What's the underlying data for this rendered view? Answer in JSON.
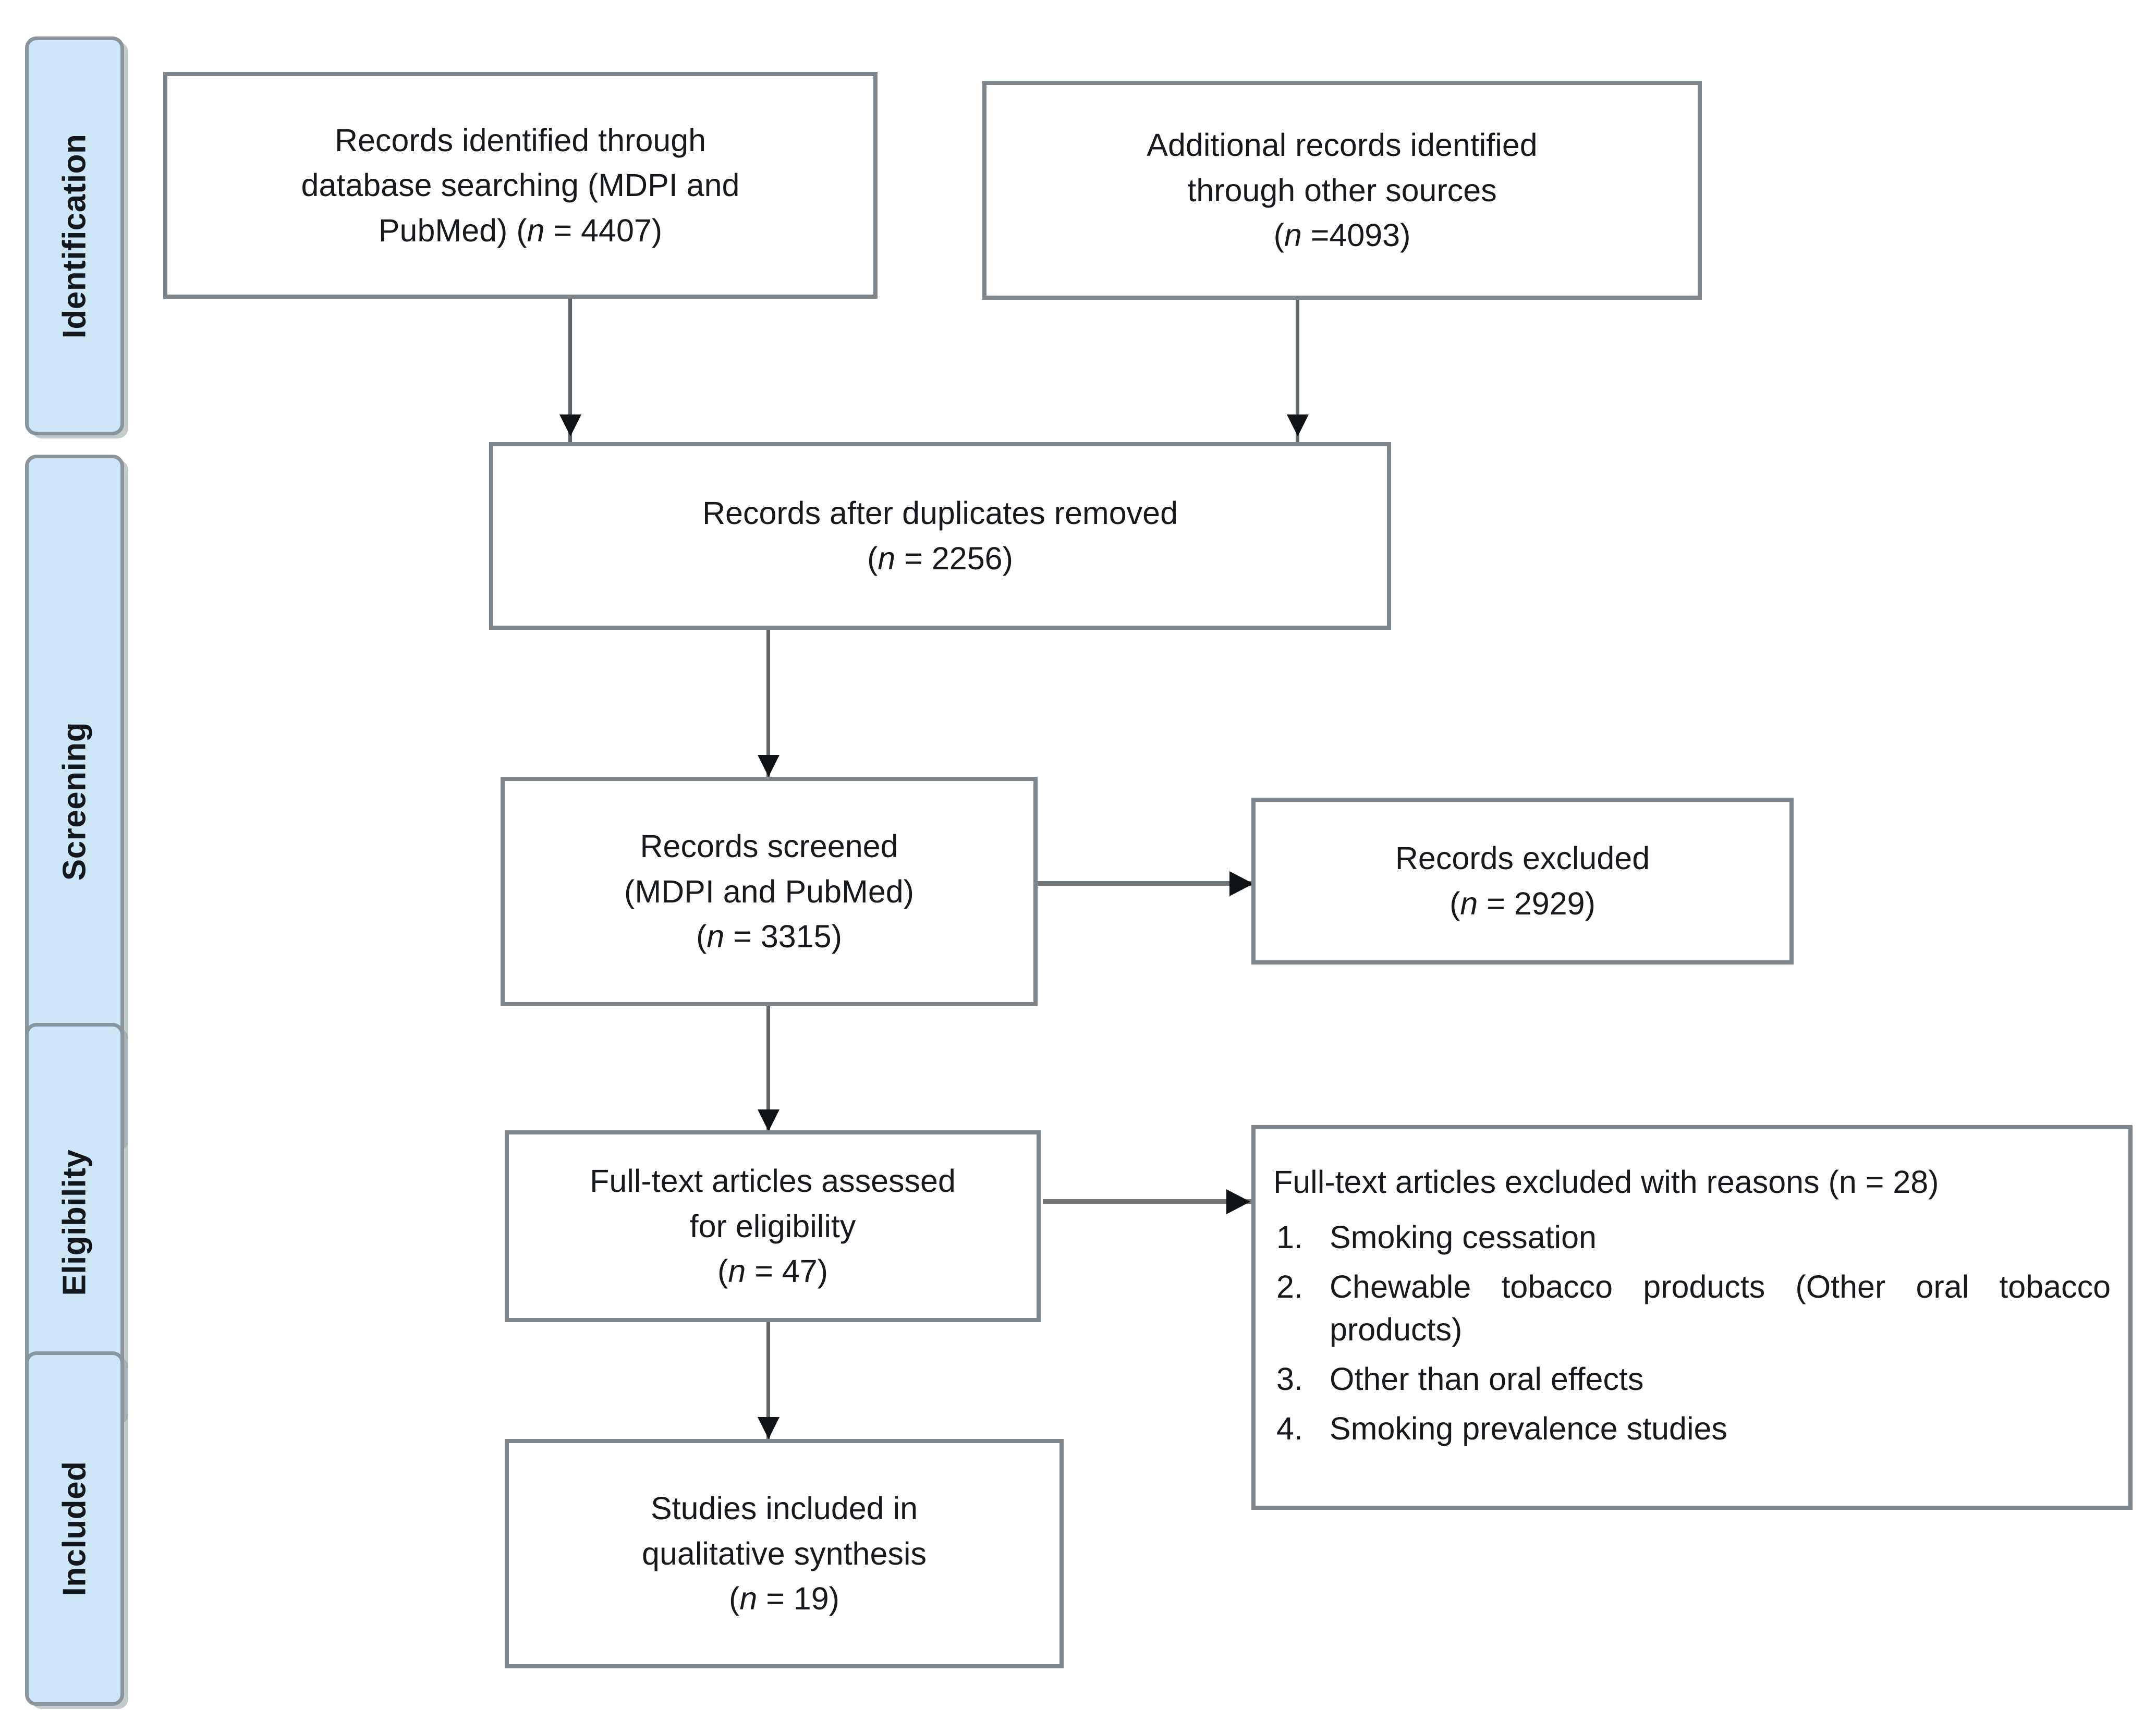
{
  "diagram": {
    "title": "PRISMA flow diagram",
    "stages": [
      {
        "id": "identification",
        "label": "Identification"
      },
      {
        "id": "screening",
        "label": "Screening"
      },
      {
        "id": "eligibility",
        "label": "Eligibility"
      },
      {
        "id": "included",
        "label": "Included"
      }
    ],
    "nodes": {
      "db_search": {
        "line1": "Records identified through",
        "line2": "database searching (MDPI and",
        "line3_pre": "PubMed) (",
        "line3_em": "n",
        "line3_post": " = 4407)"
      },
      "other_sources": {
        "line1": "Additional records identified",
        "line2": "through other sources",
        "line3_pre": "(",
        "line3_em": "n",
        "line3_post": " =4093)"
      },
      "duplicates_removed": {
        "line1": "Records after duplicates removed",
        "line2_pre": "(",
        "line2_em": "n",
        "line2_post": " = 2256)"
      },
      "records_screened": {
        "line1": "Records screened",
        "line2": "(MDPI and PubMed)",
        "line3_pre": "(",
        "line3_em": "n",
        "line3_post": " = 3315)"
      },
      "records_excluded": {
        "line1": "Records excluded",
        "line2_pre": "(",
        "line2_em": "n",
        "line2_post": " = 2929)"
      },
      "fulltext_assessed": {
        "line1": "Full-text articles assessed",
        "line2": "for eligibility",
        "line3_pre": "(",
        "line3_em": "n",
        "line3_post": " = 47)"
      },
      "fulltext_excluded": {
        "head_pre": "Full-text articles excluded with reasons (",
        "head_em": "n",
        "head_post": " = 28)",
        "reasons": [
          {
            "num": "1.",
            "text": "Smoking cessation"
          },
          {
            "num": "2.",
            "text": "Chewable tobacco products (Other oral tobacco products)"
          },
          {
            "num": "3.",
            "text": "Other than oral effects"
          },
          {
            "num": "4.",
            "text": "Smoking prevalence studies"
          }
        ]
      },
      "studies_included": {
        "line1": "Studies included in",
        "line2": "qualitative synthesis",
        "line3_pre": "(",
        "line3_em": "n",
        "line3_post": " = 19)"
      }
    },
    "colors": {
      "stage_fill": "#cde6f7",
      "stage_border": "#8a949b",
      "node_border": "#7f868b",
      "connector": "#70767a",
      "arrowhead": "#111417",
      "text": "#16191d",
      "background": "#ffffff"
    }
  },
  "chart_data": {
    "type": "diagram",
    "title": "PRISMA flow diagram",
    "stages": [
      "Identification",
      "Screening",
      "Eligibility",
      "Included"
    ],
    "nodes": [
      {
        "id": "db_search",
        "stage": "Identification",
        "label": "Records identified through database searching (MDPI and PubMed)",
        "n": 4407
      },
      {
        "id": "other_sources",
        "stage": "Identification",
        "label": "Additional records identified through other sources",
        "n": 4093
      },
      {
        "id": "duplicates_removed",
        "stage": "Screening",
        "label": "Records after duplicates removed",
        "n": 2256
      },
      {
        "id": "records_screened",
        "stage": "Screening",
        "label": "Records screened (MDPI and PubMed)",
        "n": 3315
      },
      {
        "id": "records_excluded",
        "stage": "Screening",
        "label": "Records excluded",
        "n": 2929
      },
      {
        "id": "fulltext_assessed",
        "stage": "Eligibility",
        "label": "Full-text articles assessed for eligibility",
        "n": 47
      },
      {
        "id": "fulltext_excluded",
        "stage": "Eligibility",
        "label": "Full-text articles excluded with reasons",
        "n": 28
      },
      {
        "id": "studies_included",
        "stage": "Included",
        "label": "Studies included in qualitative synthesis",
        "n": 19
      }
    ],
    "edges": [
      {
        "from": "db_search",
        "to": "duplicates_removed"
      },
      {
        "from": "other_sources",
        "to": "duplicates_removed"
      },
      {
        "from": "duplicates_removed",
        "to": "records_screened"
      },
      {
        "from": "records_screened",
        "to": "records_excluded"
      },
      {
        "from": "records_screened",
        "to": "fulltext_assessed"
      },
      {
        "from": "fulltext_assessed",
        "to": "fulltext_excluded"
      },
      {
        "from": "fulltext_assessed",
        "to": "studies_included"
      }
    ],
    "exclusion_reasons": [
      "Smoking cessation",
      "Chewable tobacco products (Other oral tobacco products)",
      "Other than oral effects",
      "Smoking prevalence studies"
    ]
  }
}
